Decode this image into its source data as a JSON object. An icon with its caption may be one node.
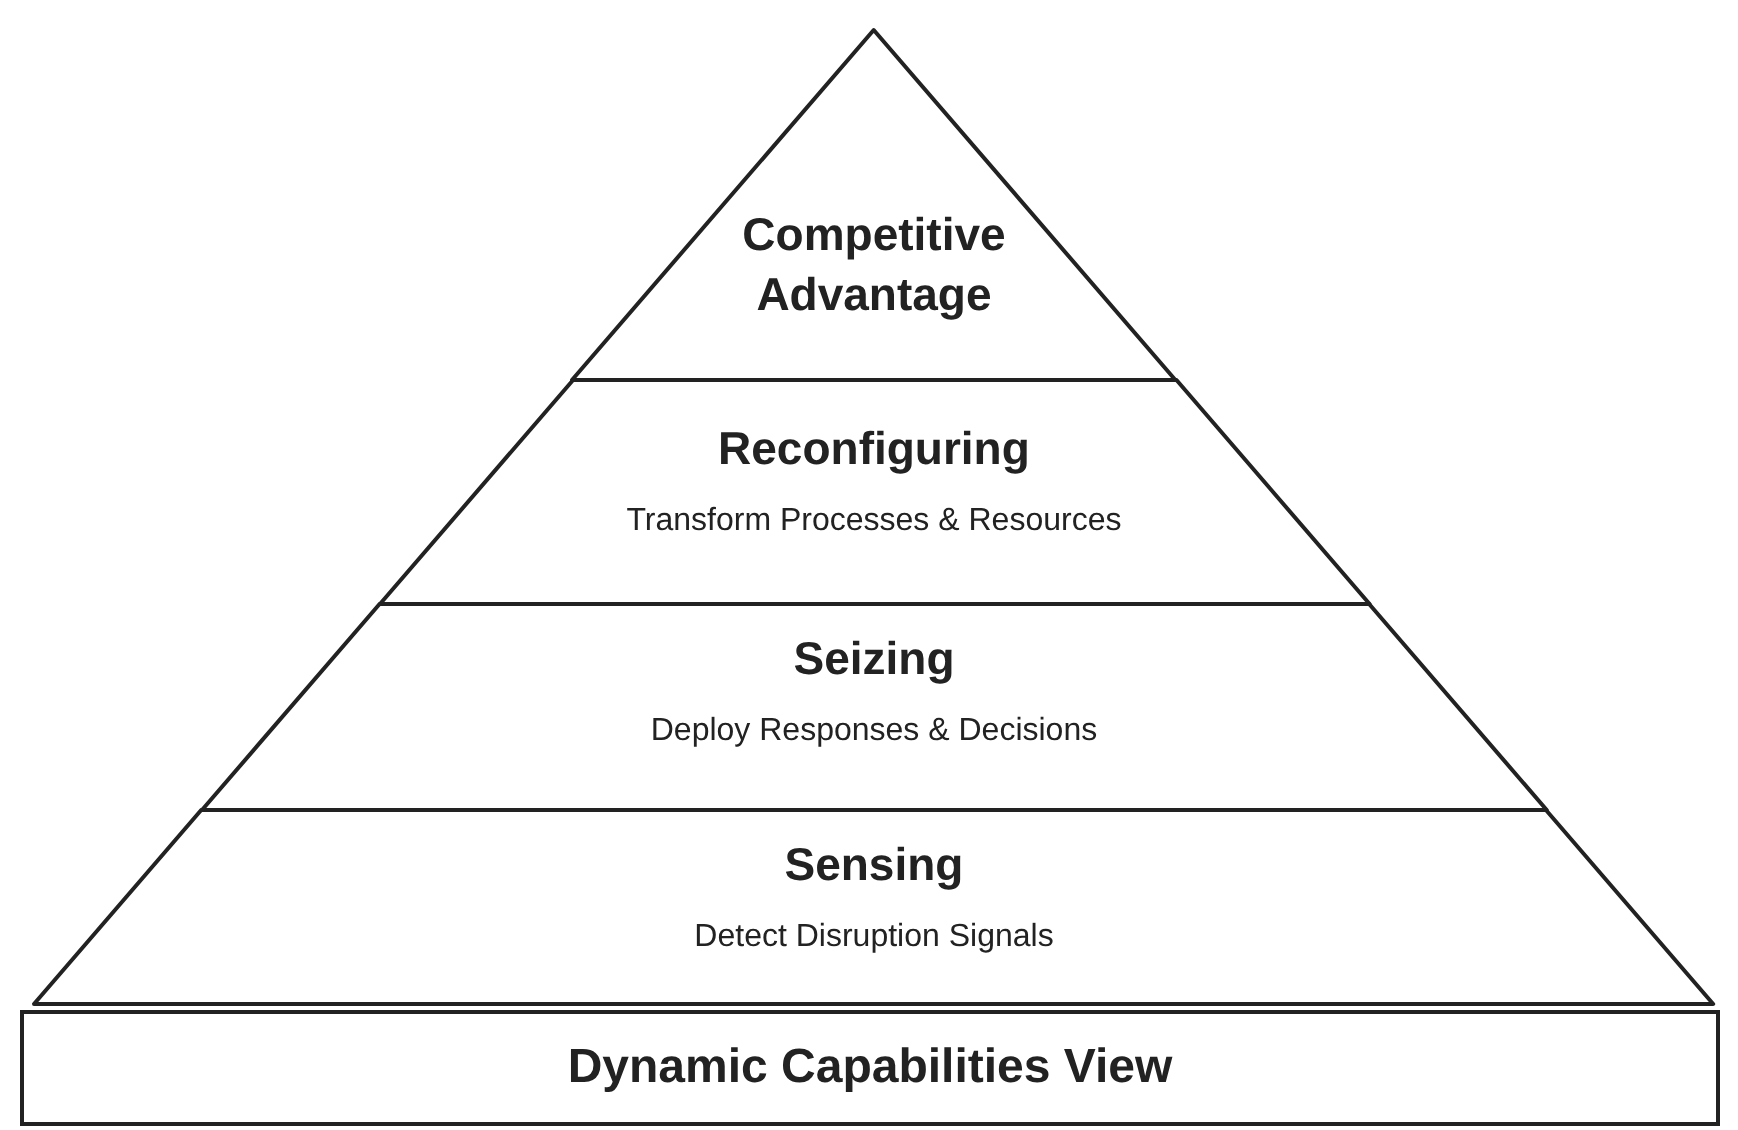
{
  "diagram": {
    "nodes": [
      {
        "text": [
          "Competitive Advantage"
        ]
      },
      {
        "text": [
          "Reconfiguring",
          "Transform Processes & Resources"
        ]
      },
      {
        "text": [
          "Seizing",
          "Deploy Responses & Decisions"
        ]
      },
      {
        "text": [
          "Sensing",
          "Detect Disruption Signals"
        ]
      },
      {
        "text": [
          "Dynamic Capabilities View"
        ]
      }
    ]
  }
}
